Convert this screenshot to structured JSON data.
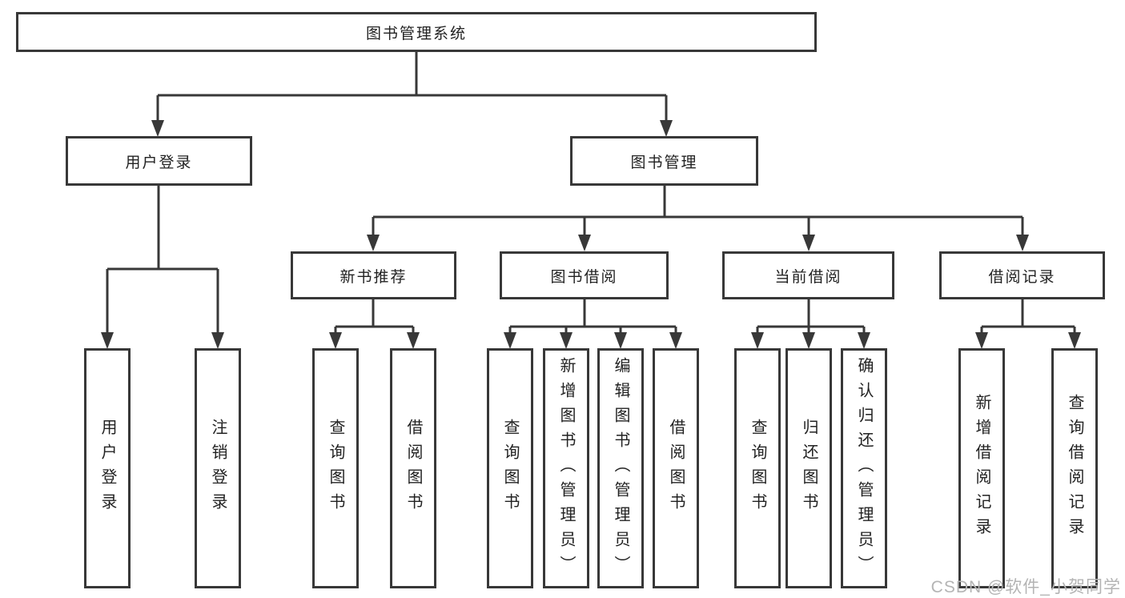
{
  "tree": {
    "label": "图书管理系统",
    "children": [
      {
        "label": "用户登录",
        "children": [
          {
            "label": "用户登录"
          },
          {
            "label": "注销登录"
          }
        ]
      },
      {
        "label": "图书管理",
        "children": [
          {
            "label": "新书推荐",
            "children": [
              {
                "label": "查询图书"
              },
              {
                "label": "借阅图书"
              }
            ]
          },
          {
            "label": "图书借阅",
            "children": [
              {
                "label": "查询图书"
              },
              {
                "label": "新增图书（管理员）"
              },
              {
                "label": "编辑图书（管理员）"
              },
              {
                "label": "借阅图书"
              }
            ]
          },
          {
            "label": "当前借阅",
            "children": [
              {
                "label": "查询图书"
              },
              {
                "label": "归还图书"
              },
              {
                "label": "确认归还（管理员）"
              }
            ]
          },
          {
            "label": "借阅记录",
            "children": [
              {
                "label": "新增借阅记录"
              },
              {
                "label": "查询借阅记录"
              }
            ]
          }
        ]
      }
    ]
  },
  "watermark": {
    "text": "CSDN @软件_小贺同学"
  },
  "colors": {
    "line": "#383838",
    "box_border": "#383838",
    "text": "#222222",
    "background": "#ffffff",
    "watermark": "#b4b4b4"
  }
}
